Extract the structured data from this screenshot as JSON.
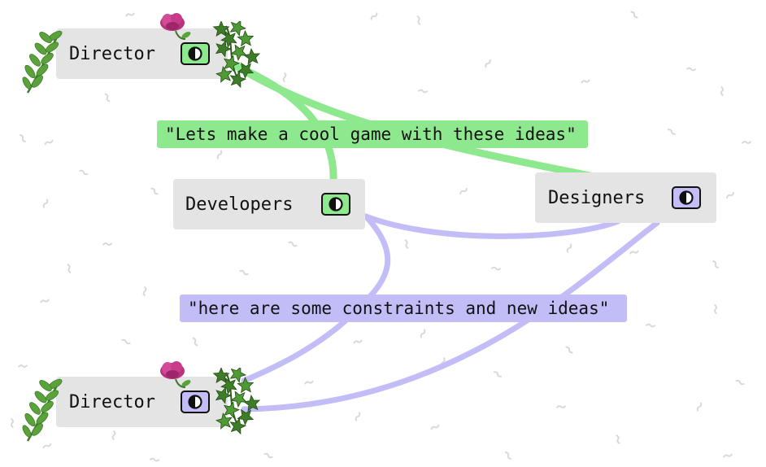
{
  "nodes": {
    "director_top": {
      "label": "Director",
      "toggle_color": "#8ee88e"
    },
    "developers": {
      "label": "Developers",
      "toggle_color": "#8ee88e"
    },
    "designers": {
      "label": "Designers",
      "toggle_color": "#c2bdf7"
    },
    "director_bottom": {
      "label": "Director",
      "toggle_color": "#c2bdf7"
    }
  },
  "messages": {
    "green": {
      "text": "\"Lets make a cool game with these ideas\"",
      "color": "#8ee88e"
    },
    "purple": {
      "text": "\"here are some constraints and new ideas\"",
      "color": "#c2bdf7"
    }
  },
  "colors": {
    "green_link": "#8ee88e",
    "purple_link": "#c2bdf7",
    "node_bg": "#e4e4e4",
    "squiggle": "#d9d9d9"
  },
  "icons": {
    "node_toggle": "contrast-icon",
    "decor_left": "leaf-branch-icon",
    "decor_flower": "flower-icon",
    "decor_right": "ivy-icon"
  }
}
